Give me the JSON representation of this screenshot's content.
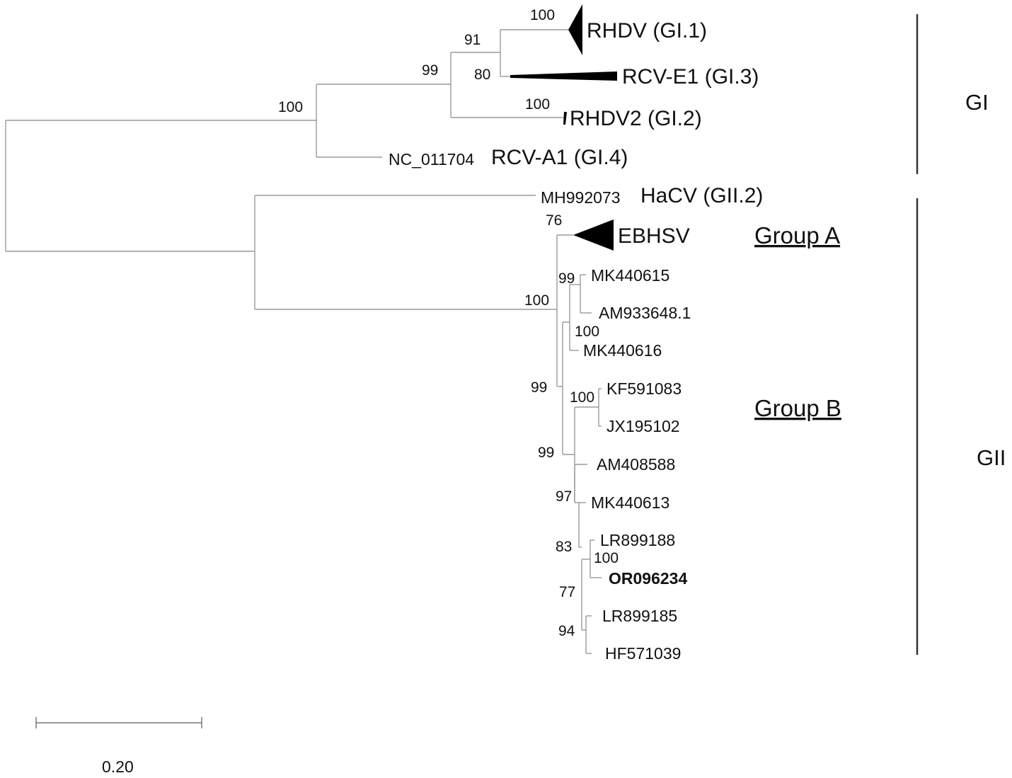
{
  "tree": {
    "taxa": {
      "rhdv": "RHDV (GI.1)",
      "rcv_e1": "RCV-E1 (GI.3)",
      "rhdv2": "RHDV2 (GI.2)",
      "rcv_a1_acc": "NC_011704",
      "rcv_a1": "RCV-A1 (GI.4)",
      "hacv_acc": "MH992073",
      "hacv": "HaCV (GII.2)",
      "ebhsv": "EBHSV",
      "mk440615": "MK440615",
      "am933648": "AM933648.1",
      "mk440616": "MK440616",
      "kf591083": "KF591083",
      "jx195102": "JX195102",
      "am408588": "AM408588",
      "mk440613": "MK440613",
      "lr899188": "LR899188",
      "or096234": "OR096234",
      "lr899185": "LR899185",
      "hf571039": "HF571039"
    },
    "support": {
      "rhdv_tip": "100",
      "rhdv_rcve1": "91",
      "rcve1_node": "80",
      "gi123": "99",
      "rhdv2_tip": "100",
      "gi_root": "100",
      "ebhsv_tip": "76",
      "ebhsv_groupb": "100",
      "mk440615_clade": "99",
      "am933648_mk440616": "100",
      "groupb_inner": "99",
      "kf_jx": "100",
      "groupb_rest": "99",
      "am408588_node": "97",
      "mk440613_node": "83",
      "lr899188_or096234": "100",
      "lr_hf_node": "77",
      "lr899185_hf571039": "94"
    },
    "clades": {
      "gi": "GI",
      "gii": "GII"
    },
    "groups": {
      "a": "Group A",
      "b": "Group B"
    },
    "scale": {
      "label": "0.20",
      "value": 0.2
    }
  },
  "colors": {
    "branch": "#9a9a9a",
    "text": "#111111",
    "collapsed": "#000000"
  }
}
